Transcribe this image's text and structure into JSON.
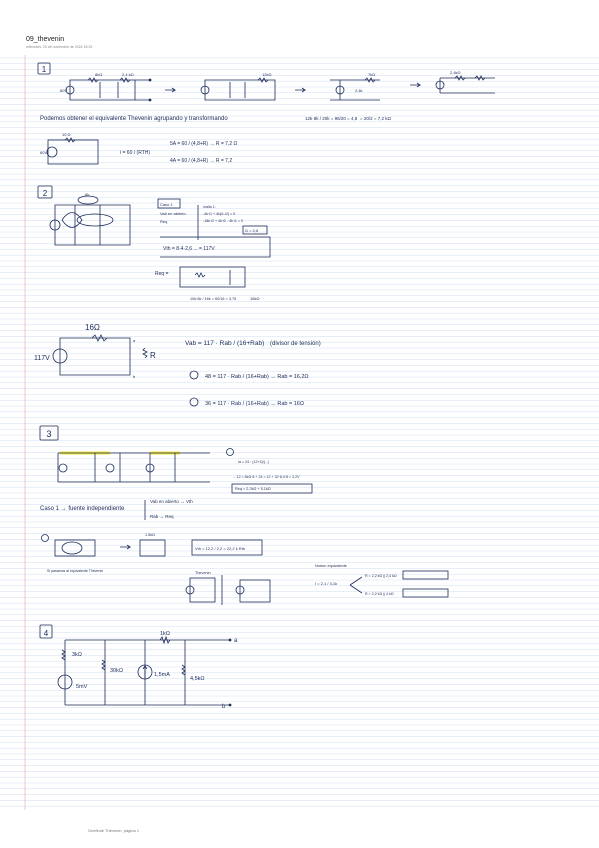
{
  "note": {
    "title": "09_thevenin",
    "timestamp": "miércoles, 20 de noviembre de 2024      15:29",
    "footer": "OneNote Thévenin, página 1"
  },
  "sections": [
    {
      "label": "1"
    },
    {
      "label": "2"
    },
    {
      "label": "3"
    },
    {
      "label": "4"
    }
  ],
  "handwriting": {
    "s1": {
      "r1": "8kΩ",
      "r2": "2,4 kΩ",
      "r3": "12kΩ",
      "r4": "7kΩ",
      "r5": "2,4kΩ",
      "v": "80V",
      "r_th": "2,4k",
      "note": "Podemos obtener el equivalente Thevenin agrupando y transformando",
      "calc": "12k·8k / 20k = 96/20 = 4,8",
      "eq": "= 20/2 = 7,2 kΩ",
      "step_a": "5A = 60 / (4,8+R) → R = 7,2 Ω",
      "step_b": "4A = 60 / (4,8+R) → R = 7,2",
      "lbl_a": "a",
      "lbl_b": "b",
      "small_v": "60V",
      "small_r": "10 Ω",
      "small_i": "i = 60 / (RTH)"
    },
    "s2": {
      "r_top": "6k",
      "case_title": "Caso 1",
      "case_lines": [
        "Vab en abierto",
        "Req"
      ],
      "mesh": [
        "malla 1:",
        "-4k·i1 + 4k(i1-i2) = 0",
        "-18k·i2 + 4k·i2 - 4k·i1 = 0",
        "i1 = 2,6"
      ],
      "vth": "Vth = 8·4·2,6 ... = 117V",
      "req": "Req =",
      "req_calc": "10k·6k / 16k = 60/16 = 3,75",
      "req_res": "16kΩ",
      "r_series": "16Ω",
      "v_src": "117V",
      "r_load": "R",
      "vab": "Vab = 117 · Rab / (16+Rab)",
      "divider": "(divisor de tensión)",
      "c1": "48 = 117 · Rab / (16+Rab) → Rab = 16,2Ω",
      "c2": "36 = 117 · Rab / (16+Rab) → Rab = 16Ω",
      "mark_a": "a",
      "mark_b": "b"
    },
    "s3": {
      "caso": "Caso 1 → fuente independiente",
      "opt1": "Vab en abierto → Vth",
      "opt2": "Rab → Req",
      "eq1": "Ia = 24 · (12+4)/(...)",
      "eq2": "→ 12 = 5kΩ·8 + 24 = 12 + 32·8,4·8 = 2,2V",
      "eq3": "Req = 2,2kΩ + 5,1kΩ",
      "vth": "Vth = 12,2 / 2,2 = 22,2 k Rth",
      "req_lbl": "1.5kΩ",
      "norton": "Norton equivalente",
      "thev": "Thevenin",
      "i_val": "I = 2,1 / 3,1k",
      "r_a": "R = 2,2 kΩ || 2,4 kΩ",
      "r_b": "R = 2,2 kΩ || 4 kΩ",
      "notes": "Si pasamos al equivalente Thévenin"
    },
    "s4": {
      "r1": "3kΩ",
      "r2": "30kΩ",
      "r3": "1kΩ",
      "r4": "4,5kΩ",
      "v": "5mV",
      "i": "1,5mA",
      "a": "a",
      "b": "b"
    }
  },
  "colors": {
    "ink": "#1c2b5a",
    "rule_line": "#c5d6ee",
    "margin_line": "#e8a3a3",
    "highlight": "#f0e63c"
  }
}
